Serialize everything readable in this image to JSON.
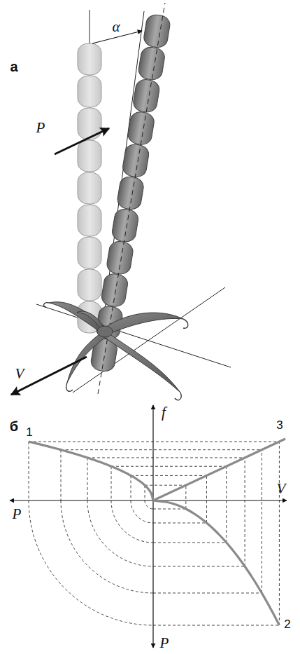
{
  "diagram": {
    "labels": [
      "а",
      "α",
      "P",
      "V",
      "б",
      "1",
      "f",
      "3",
      "V",
      "P",
      "2",
      "P"
    ]
  }
}
